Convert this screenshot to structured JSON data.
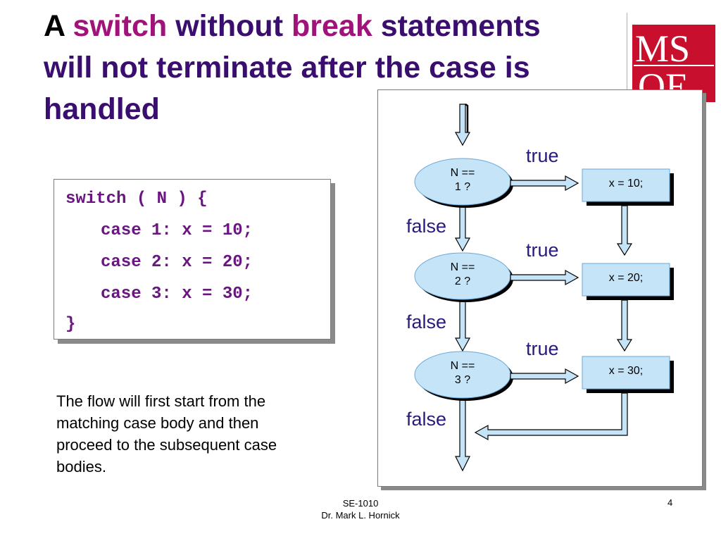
{
  "title": {
    "word1": "A",
    "word2": "switch",
    "word3": "without",
    "word4": "break",
    "word5": "statements",
    "line2": "will not terminate after the case is",
    "line3": "handled"
  },
  "logo": {
    "top": "MS",
    "bottom": "OE",
    "color": "#c8102e"
  },
  "code": {
    "lines": [
      "switch ( N ) {",
      "case 1: x = 10;",
      "case 2: x = 20;",
      "case 3: x = 30;",
      "}"
    ]
  },
  "description": "The flow will first start from the matching case body and then proceed to the subsequent case bodies.",
  "flowchart": {
    "decisions": [
      {
        "line1": "N  ==",
        "line2": "1 ?"
      },
      {
        "line1": "N  ==",
        "line2": "2 ?"
      },
      {
        "line1": "N  ==",
        "line2": "3 ?"
      }
    ],
    "statements": [
      "x = 10;",
      "x = 20;",
      "x = 30;"
    ],
    "true_label": "true",
    "false_label": "false",
    "colors": {
      "shape_fill": "#c6e4f8",
      "arrow_fill": "#c6e4f8"
    }
  },
  "footer": {
    "course": "SE-1010",
    "author": "Dr. Mark L. Hornick",
    "page": "4"
  }
}
